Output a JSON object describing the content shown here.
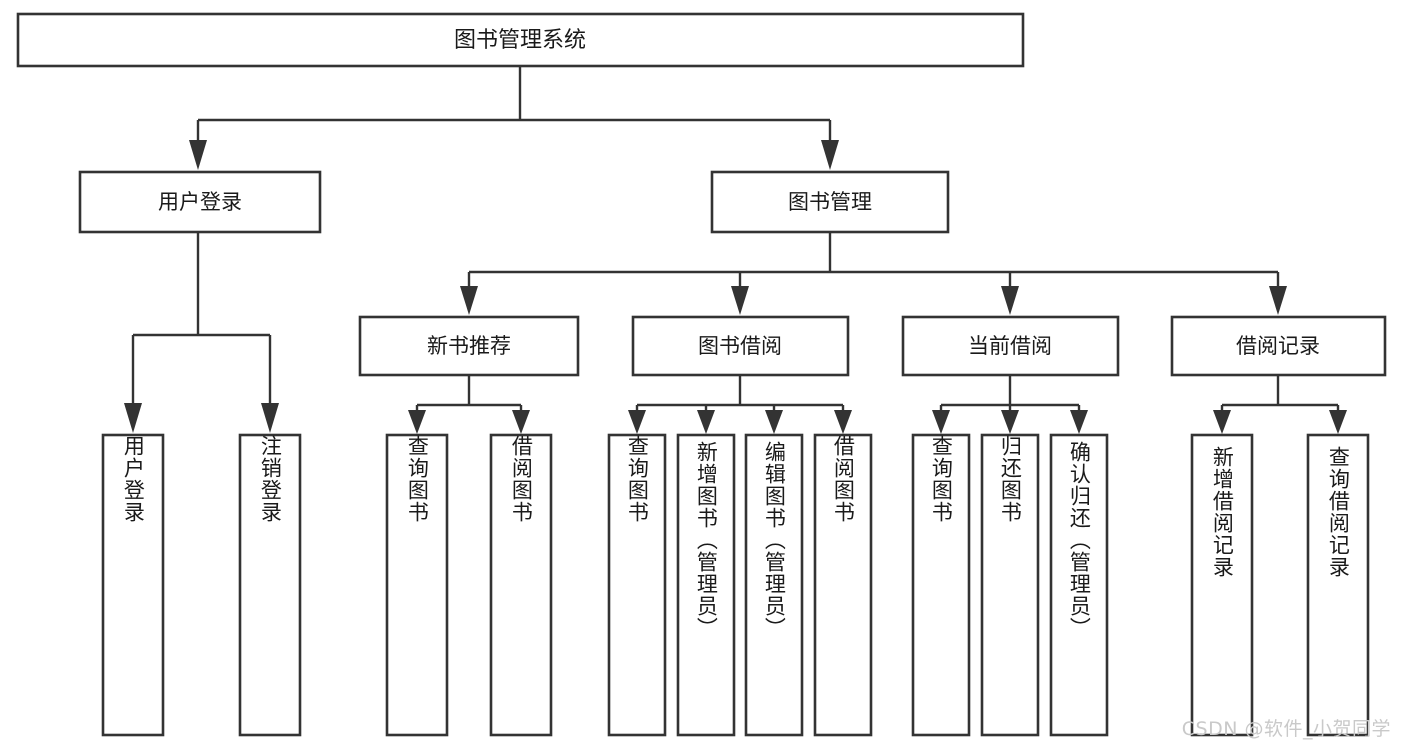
{
  "diagram": {
    "type": "tree-hierarchy-chart",
    "title": "图书管理系统",
    "orientation": "top-down",
    "colors": {
      "box_stroke": "#333333",
      "box_fill": "#ffffff",
      "connector": "#333333",
      "text": "#1a1a1a",
      "watermark": "#c9c9c9",
      "background": "#ffffff"
    },
    "root": {
      "label": "图书管理系统"
    },
    "level1": [
      {
        "id": "user-login",
        "label": "用户登录"
      },
      {
        "id": "book-manage",
        "label": "图书管理"
      }
    ],
    "level2": [
      {
        "id": "new-book-recommend",
        "label": "新书推荐",
        "parent": "book-manage"
      },
      {
        "id": "book-borrow",
        "label": "图书借阅",
        "parent": "book-manage"
      },
      {
        "id": "current-borrow",
        "label": "当前借阅",
        "parent": "book-manage"
      },
      {
        "id": "borrow-record",
        "label": "借阅记录",
        "parent": "book-manage"
      }
    ],
    "leaves": {
      "user-login": [
        {
          "id": "leaf-user-login",
          "label": "用户登录"
        },
        {
          "id": "leaf-logout",
          "label": "注销登录"
        }
      ],
      "new-book-recommend": [
        {
          "id": "leaf-query-book-1",
          "label": "查询图书"
        },
        {
          "id": "leaf-borrow-book-1",
          "label": "借阅图书"
        }
      ],
      "book-borrow": [
        {
          "id": "leaf-query-book-2",
          "label": "查询图书"
        },
        {
          "id": "leaf-add-book",
          "label": "新增图书（管理员）"
        },
        {
          "id": "leaf-edit-book",
          "label": "编辑图书（管理员）"
        },
        {
          "id": "leaf-borrow-book-2",
          "label": "借阅图书"
        }
      ],
      "current-borrow": [
        {
          "id": "leaf-query-book-3",
          "label": "查询图书"
        },
        {
          "id": "leaf-return-book",
          "label": "归还图书"
        },
        {
          "id": "leaf-confirm-return",
          "label": "确认归还（管理员）"
        }
      ],
      "borrow-record": [
        {
          "id": "leaf-add-record",
          "label": "新增借阅记录"
        },
        {
          "id": "leaf-query-record",
          "label": "查询借阅记录"
        }
      ]
    }
  },
  "watermark": {
    "text": "CSDN @软件_小贺同学"
  }
}
